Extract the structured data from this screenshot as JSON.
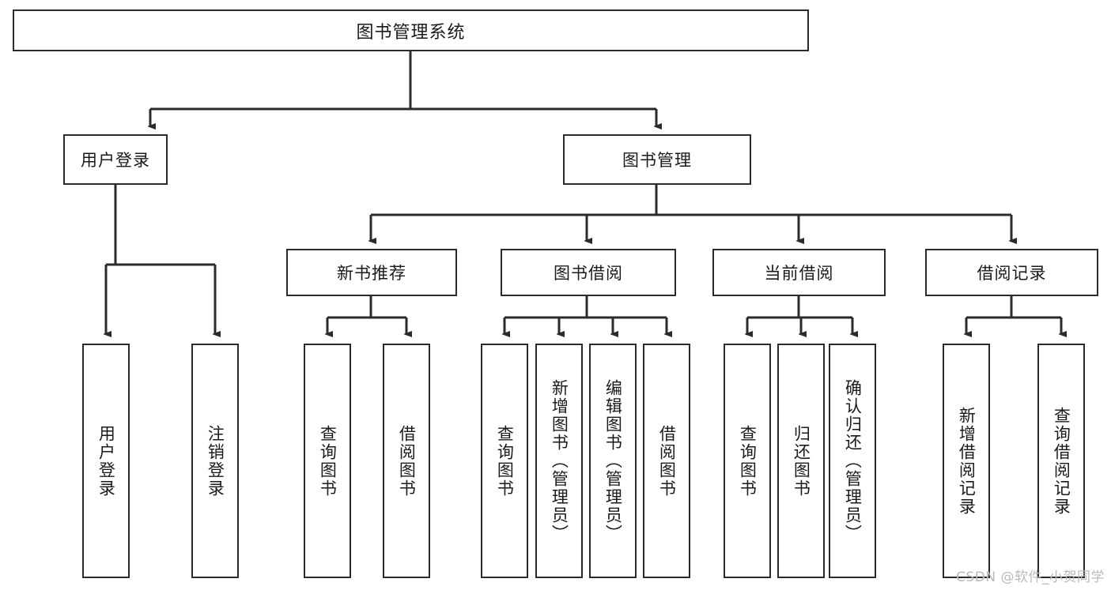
{
  "diagram": {
    "title": "图书管理系统",
    "watermark": "CSDN @软件_小贺同学",
    "colors": {
      "box_border": "#2b2b2b",
      "box_fill": "#ffffff",
      "connector": "#2b2b2b",
      "text": "#1a1a1a",
      "watermark": "#b9b9b9",
      "background": "#ffffff"
    },
    "root": {
      "label": "图书管理系统"
    },
    "level2": [
      {
        "label": "用户登录"
      },
      {
        "label": "图书管理"
      }
    ],
    "level3": [
      {
        "label": "新书推荐"
      },
      {
        "label": "图书借阅"
      },
      {
        "label": "当前借阅"
      },
      {
        "label": "借阅记录"
      }
    ],
    "leaves": {
      "user_login": [
        {
          "label": "用户登录"
        },
        {
          "label": "注销登录"
        }
      ],
      "new_book": [
        {
          "label": "查询图书"
        },
        {
          "label": "借阅图书"
        }
      ],
      "borrow_book": [
        {
          "label": "查询图书"
        },
        {
          "label": "新增图书（管理员）"
        },
        {
          "label": "编辑图书（管理员）"
        },
        {
          "label": "借阅图书"
        }
      ],
      "current_borrow": [
        {
          "label": "查询图书"
        },
        {
          "label": "归还图书"
        },
        {
          "label": "确认归还（管理员）"
        }
      ],
      "borrow_record": [
        {
          "label": "新增借阅记录"
        },
        {
          "label": "查询借阅记录"
        }
      ]
    }
  }
}
